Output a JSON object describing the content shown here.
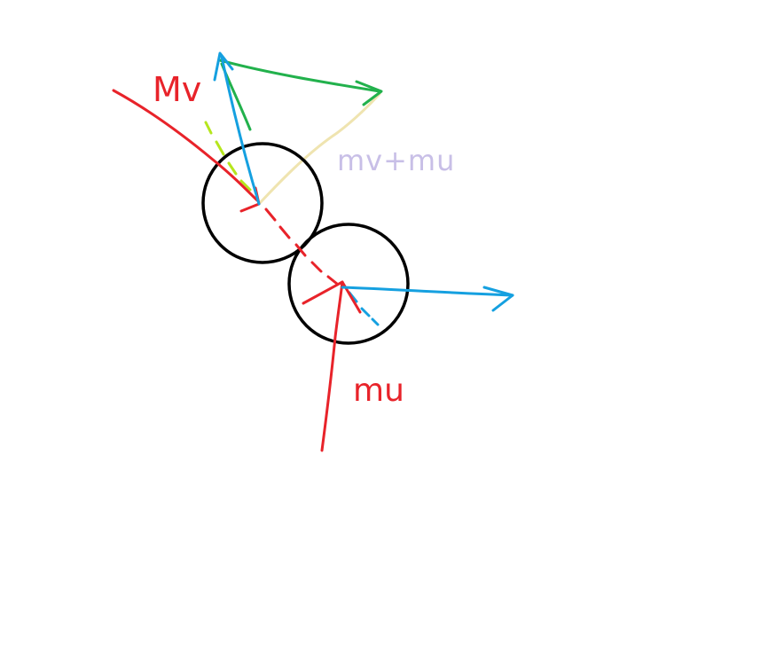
{
  "labels": {
    "momentum_a": "Mv",
    "momentum_b": "mu",
    "momentum_sum": "mv+mu"
  },
  "colors": {
    "background": "#ffffff",
    "ball_outline": "#000000",
    "incoming_path": "#e8232a",
    "line_of_centers": "#e8232a",
    "velocity_arrows": "#15a0e0",
    "resultant_arrow": "#22b14c",
    "construction_dashes": "#b5e61d",
    "sum_line": "#efe4b0",
    "sum_label": "#c8bfe7",
    "label_red": "#e8232a"
  }
}
